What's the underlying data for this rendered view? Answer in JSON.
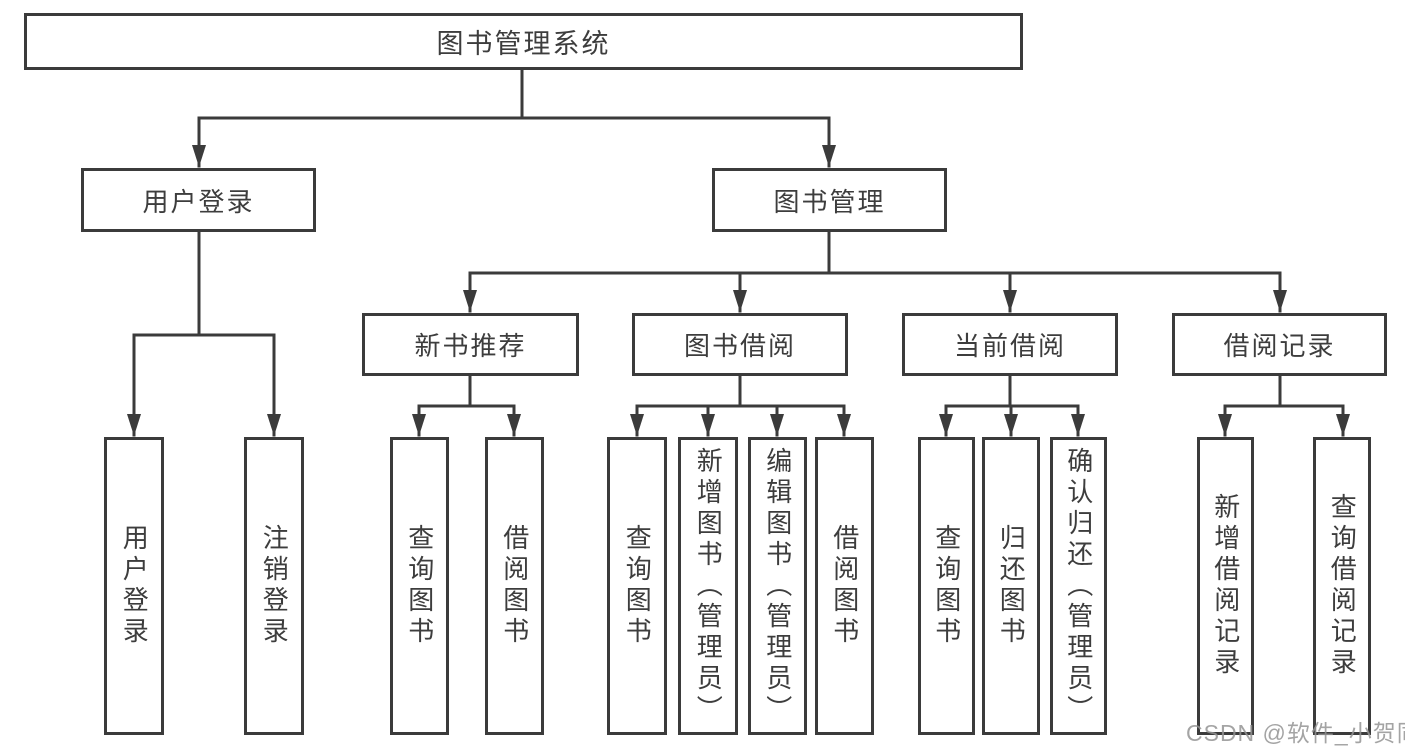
{
  "diagram": {
    "root": {
      "label": "图书管理系统"
    },
    "branches": [
      {
        "label": "用户登录",
        "children": [
          {
            "label": "用户登录"
          },
          {
            "label": "注销登录"
          }
        ]
      },
      {
        "label": "图书管理",
        "children": [
          {
            "label": "新书推荐",
            "children": [
              {
                "label": "查询图书"
              },
              {
                "label": "借阅图书"
              }
            ]
          },
          {
            "label": "图书借阅",
            "children": [
              {
                "label": "查询图书"
              },
              {
                "label": "新增图书（管理员）"
              },
              {
                "label": "编辑图书（管理员）"
              },
              {
                "label": "借阅图书"
              }
            ]
          },
          {
            "label": "当前借阅",
            "children": [
              {
                "label": "查询图书"
              },
              {
                "label": "归还图书"
              },
              {
                "label": "确认归还（管理员）"
              }
            ]
          },
          {
            "label": "借阅记录",
            "children": [
              {
                "label": "新增借阅记录"
              },
              {
                "label": "查询借阅记录"
              }
            ]
          }
        ]
      }
    ]
  },
  "watermark": {
    "text": "CSDN @软件_小贺同学"
  },
  "colors": {
    "line": "#3b3b3b",
    "box_border": "#3b3b3b",
    "box_bg": "#ffffff",
    "text": "#3d3d3d",
    "watermark": "#949494"
  }
}
